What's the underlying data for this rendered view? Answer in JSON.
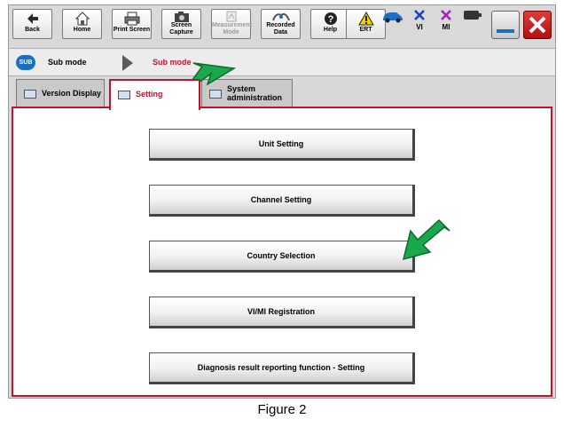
{
  "toolbar": {
    "buttons": [
      {
        "label": "Back",
        "icon": "back-arrow-icon"
      },
      {
        "label": "Home",
        "icon": "home-icon"
      },
      {
        "label": "Print Screen",
        "icon": "printer-icon"
      },
      {
        "label": "Screen Capture",
        "icon": "camera-icon"
      },
      {
        "label": "Measurement Mode",
        "icon": "measurement-icon",
        "disabled": true
      },
      {
        "label": "Recorded Data",
        "icon": "recorded-data-icon"
      },
      {
        "label": "Help",
        "icon": "help-icon"
      },
      {
        "label": "ERT",
        "icon": "warning-icon"
      }
    ],
    "status": [
      {
        "label": "",
        "icon": "car-icon"
      },
      {
        "label": "VI",
        "icon": "x-mark-icon"
      },
      {
        "label": "MI",
        "icon": "x-mark-icon"
      },
      {
        "label": "",
        "icon": "battery-icon"
      }
    ],
    "window": [
      {
        "icon": "minimize-icon"
      },
      {
        "icon": "close-icon"
      }
    ]
  },
  "submode": {
    "badge": "SUB",
    "label": "Sub mode",
    "current": "Sub mode"
  },
  "tabs": [
    {
      "label": "Version Display",
      "active": false
    },
    {
      "label": "Setting",
      "active": true
    },
    {
      "label": "System administration",
      "active": false
    }
  ],
  "menu": [
    {
      "label": "Unit Setting"
    },
    {
      "label": "Channel Setting"
    },
    {
      "label": "Country Selection"
    },
    {
      "label": "VI/MI Registration"
    },
    {
      "label": "Diagnosis result reporting function - Setting"
    }
  ],
  "caption": "Figure 2",
  "colors": {
    "accent_red": "#c8102e",
    "arrow_green": "#1aa84c",
    "sub_badge_blue": "#1a6fc0"
  }
}
